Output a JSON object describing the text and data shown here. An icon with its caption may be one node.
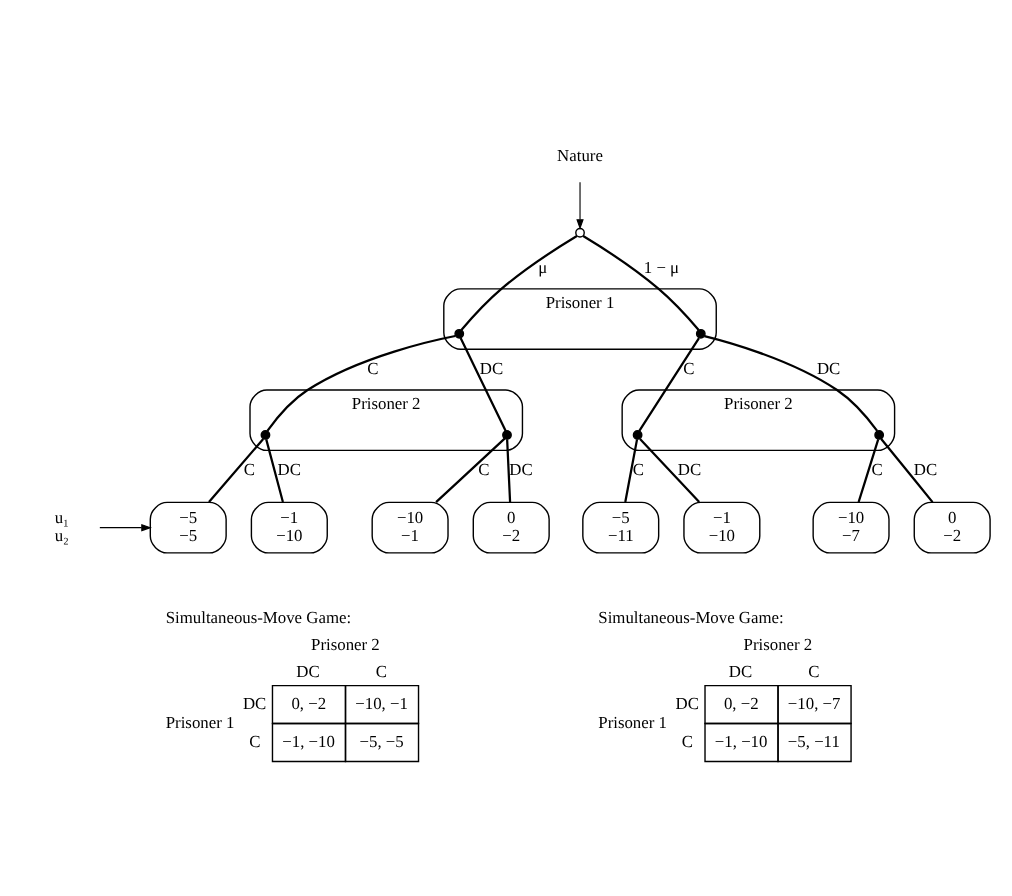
{
  "diagram": {
    "nodes": [
      {
        "text": [
          "Nature"
        ]
      },
      {
        "text": [],
        "shape": "circle"
      },
      {
        "text": [
          "Prisoner 1"
        ]
      },
      {
        "text": [],
        "shape": "circle",
        "in": 2
      },
      {
        "text": [],
        "shape": "circle",
        "in": 2
      },
      {
        "text": [
          "Prisoner 2"
        ]
      },
      {
        "text": [],
        "shape": "circle",
        "in": 5
      },
      {
        "text": [],
        "shape": "circle",
        "in": 5
      },
      {
        "text": [
          "Prisoner 2"
        ]
      },
      {
        "text": [],
        "shape": "circle",
        "in": 8
      },
      {
        "text": [],
        "shape": "circle",
        "in": 8
      },
      {
        "text": [
          "−5",
          "−5"
        ]
      },
      {
        "text": [
          "−1",
          "−10"
        ]
      },
      {
        "text": [
          "−10",
          "−1"
        ]
      },
      {
        "text": [
          "0",
          "−2"
        ]
      },
      {
        "text": [
          "−5",
          "−11"
        ]
      },
      {
        "text": [
          "−1",
          "−10"
        ]
      },
      {
        "text": [
          "−10",
          "−7"
        ]
      },
      {
        "text": [
          "0",
          "−2"
        ]
      },
      {
        "text": [
          "u₁",
          "u₂"
        ]
      }
    ],
    "edges": [
      {
        "from": 0,
        "to": 1,
        "arrow": "to"
      },
      {
        "from": 1,
        "to": 3,
        "arrow": "none",
        "label": "μ"
      },
      {
        "from": 1,
        "to": 4,
        "arrow": "none",
        "label": "1 − μ"
      },
      {
        "from": 3,
        "to": 6,
        "arrow": "none",
        "label": "C"
      },
      {
        "from": 3,
        "to": 7,
        "arrow": "none",
        "label": "DC"
      },
      {
        "from": 4,
        "to": 9,
        "arrow": "none",
        "label": "C"
      },
      {
        "from": 4,
        "to": 10,
        "arrow": "none",
        "label": "DC"
      },
      {
        "from": 6,
        "to": 11,
        "arrow": "none",
        "label": "C"
      },
      {
        "from": 6,
        "to": 12,
        "arrow": "none",
        "label": "DC"
      },
      {
        "from": 7,
        "to": 13,
        "arrow": "none",
        "label": "C"
      },
      {
        "from": 7,
        "to": 14,
        "arrow": "none",
        "label": "DC"
      },
      {
        "from": 9,
        "to": 15,
        "arrow": "none",
        "label": "C"
      },
      {
        "from": 9,
        "to": 16,
        "arrow": "none",
        "label": "DC"
      },
      {
        "from": 10,
        "to": 17,
        "arrow": "none",
        "label": "C"
      },
      {
        "from": 10,
        "to": 18,
        "arrow": "none",
        "label": "DC"
      },
      {
        "from": 19,
        "to": 11,
        "arrow": "to"
      }
    ],
    "labels": [
      "Simultaneous-Move Game:",
      "Prisoner 2",
      "DC",
      "C",
      "Prisoner 1",
      "DC",
      "0, −2",
      "−10, −1",
      "C",
      "−1, −10",
      "−5, −5",
      "Simultaneous-Move Game:",
      "Prisoner 2",
      "DC",
      "C",
      "Prisoner 1",
      "DC",
      "0, −2",
      "−10, −7",
      "C",
      "−1, −10",
      "−5, −11"
    ]
  }
}
